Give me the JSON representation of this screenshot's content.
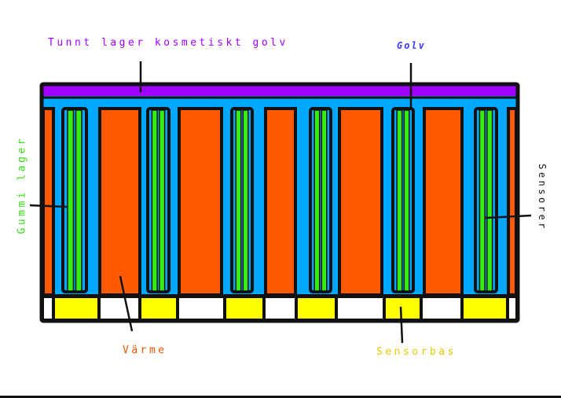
{
  "labels": {
    "top_layer": "Tunnt lager kosmetiskt golv",
    "floor": "Golv",
    "rubber": "Gummi lager",
    "sensors": "Sensorer",
    "heat": "Värme",
    "sensor_base": "Sensorbas"
  },
  "colors": {
    "top_layer": "#a000ff",
    "floor": "#00a8ff",
    "heat": "#ff5a00",
    "rubber": "#33ee11",
    "sensor_base": "#ffff00",
    "outline": "#111111"
  }
}
